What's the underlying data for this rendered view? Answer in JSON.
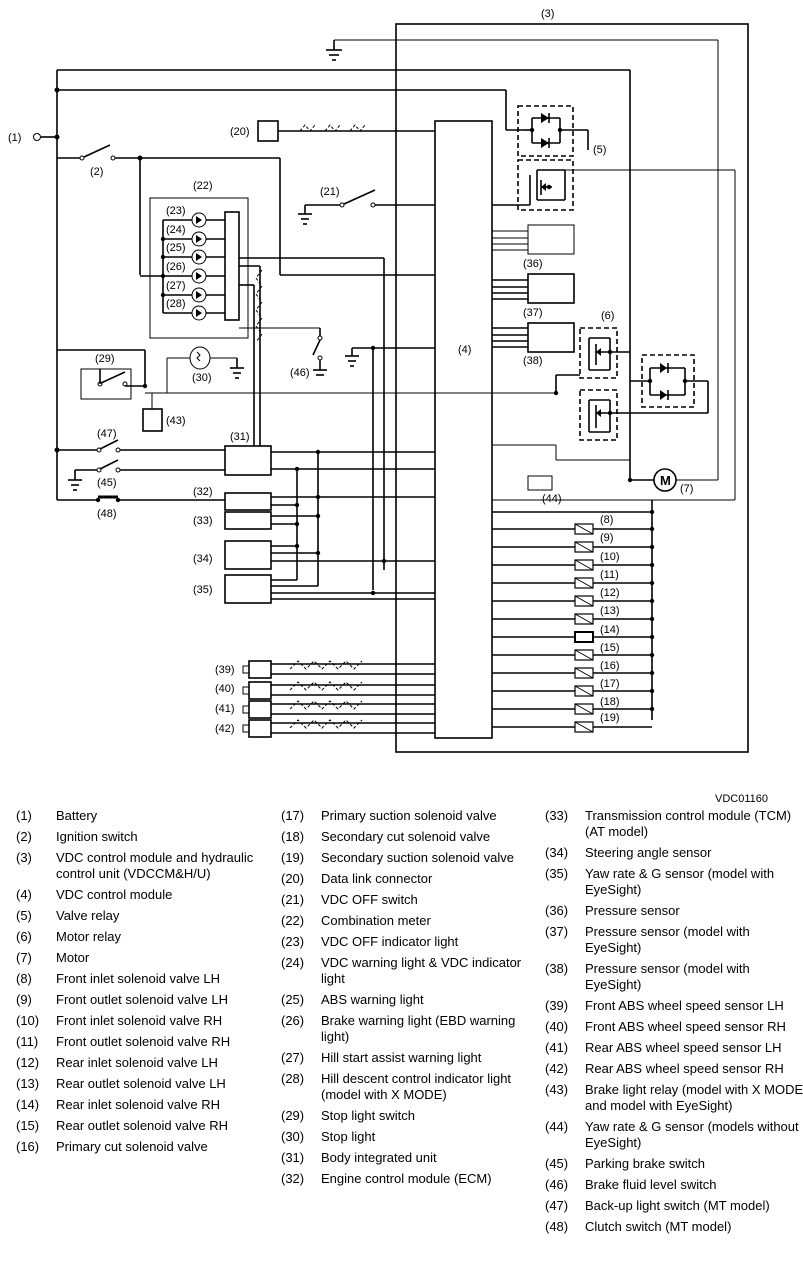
{
  "diagram": {
    "code": "VDC01160",
    "labels": {
      "n1": "(1)",
      "n2": "(2)",
      "n3": "(3)",
      "n4": "(4)",
      "n5": "(5)",
      "n6": "(6)",
      "n7": "(7)",
      "n8": "(8)",
      "n9": "(9)",
      "n10": "(10)",
      "n11": "(11)",
      "n12": "(12)",
      "n13": "(13)",
      "n14": "(14)",
      "n15": "(15)",
      "n16": "(16)",
      "n17": "(17)",
      "n18": "(18)",
      "n19": "(19)",
      "n20": "(20)",
      "n21": "(21)",
      "n22": "(22)",
      "n23": "(23)",
      "n24": "(24)",
      "n25": "(25)",
      "n26": "(26)",
      "n27": "(27)",
      "n28": "(28)",
      "n29": "(29)",
      "n30": "(30)",
      "n31": "(31)",
      "n32": "(32)",
      "n33": "(33)",
      "n34": "(34)",
      "n35": "(35)",
      "n36": "(36)",
      "n37": "(37)",
      "n38": "(38)",
      "n39": "(39)",
      "n40": "(40)",
      "n41": "(41)",
      "n42": "(42)",
      "n43": "(43)",
      "n44": "(44)",
      "n45": "(45)",
      "n46": "(46)",
      "n47": "(47)",
      "n48": "(48)",
      "motor": "M"
    }
  },
  "legend": {
    "col1": [
      {
        "num": "(1)",
        "text": "Battery"
      },
      {
        "num": "(2)",
        "text": "Ignition switch"
      },
      {
        "num": "(3)",
        "text": "VDC control module and hydraulic control unit (VDCCM&H/U)"
      },
      {
        "num": "(4)",
        "text": "VDC control module"
      },
      {
        "num": "(5)",
        "text": "Valve relay"
      },
      {
        "num": "(6)",
        "text": "Motor relay"
      },
      {
        "num": "(7)",
        "text": "Motor"
      },
      {
        "num": "(8)",
        "text": "Front inlet solenoid valve LH"
      },
      {
        "num": "(9)",
        "text": "Front outlet solenoid valve LH"
      },
      {
        "num": "(10)",
        "text": "Front inlet solenoid valve RH"
      },
      {
        "num": "(11)",
        "text": "Front outlet solenoid valve RH"
      },
      {
        "num": "(12)",
        "text": "Rear inlet solenoid valve LH"
      },
      {
        "num": "(13)",
        "text": "Rear outlet solenoid valve LH"
      },
      {
        "num": "(14)",
        "text": "Rear inlet solenoid valve RH"
      },
      {
        "num": "(15)",
        "text": "Rear outlet solenoid valve RH"
      },
      {
        "num": "(16)",
        "text": "Primary cut solenoid valve"
      }
    ],
    "col2": [
      {
        "num": "(17)",
        "text": "Primary suction solenoid valve"
      },
      {
        "num": "(18)",
        "text": "Secondary cut solenoid valve"
      },
      {
        "num": "(19)",
        "text": "Secondary suction solenoid valve"
      },
      {
        "num": "(20)",
        "text": "Data link connector"
      },
      {
        "num": "(21)",
        "text": "VDC OFF switch"
      },
      {
        "num": "(22)",
        "text": "Combination meter"
      },
      {
        "num": "(23)",
        "text": "VDC OFF indicator light"
      },
      {
        "num": "(24)",
        "text": "VDC warning light & VDC indicator light"
      },
      {
        "num": "(25)",
        "text": "ABS warning light"
      },
      {
        "num": "(26)",
        "text": "Brake warning light (EBD warning light)"
      },
      {
        "num": "(27)",
        "text": "Hill start assist warning light"
      },
      {
        "num": "(28)",
        "text": "Hill descent control indicator light (model with X MODE)"
      },
      {
        "num": "(29)",
        "text": "Stop light switch"
      },
      {
        "num": "(30)",
        "text": "Stop light"
      },
      {
        "num": "(31)",
        "text": "Body integrated unit"
      },
      {
        "num": "(32)",
        "text": "Engine control module (ECM)"
      }
    ],
    "col3": [
      {
        "num": "(33)",
        "text": "Transmission control module (TCM) (AT model)"
      },
      {
        "num": "(34)",
        "text": "Steering angle sensor"
      },
      {
        "num": "(35)",
        "text": "Yaw rate & G sensor (model with EyeSight)"
      },
      {
        "num": "(36)",
        "text": "Pressure sensor"
      },
      {
        "num": "(37)",
        "text": "Pressure sensor (model with EyeSight)"
      },
      {
        "num": "(38)",
        "text": "Pressure sensor (model with EyeSight)"
      },
      {
        "num": "(39)",
        "text": "Front ABS wheel speed sensor LH"
      },
      {
        "num": "(40)",
        "text": "Front ABS wheel speed sensor RH"
      },
      {
        "num": "(41)",
        "text": "Rear ABS wheel speed sensor LH"
      },
      {
        "num": "(42)",
        "text": "Rear ABS wheel speed sensor RH"
      },
      {
        "num": "(43)",
        "text": "Brake light relay (model with X MODE and model with EyeSight)"
      },
      {
        "num": "(44)",
        "text": "Yaw rate & G sensor (models without EyeSight)"
      },
      {
        "num": "(45)",
        "text": "Parking brake switch"
      },
      {
        "num": "(46)",
        "text": "Brake fluid level switch"
      },
      {
        "num": "(47)",
        "text": "Back-up light switch (MT model)"
      },
      {
        "num": "(48)",
        "text": "Clutch switch (MT model)"
      }
    ]
  }
}
